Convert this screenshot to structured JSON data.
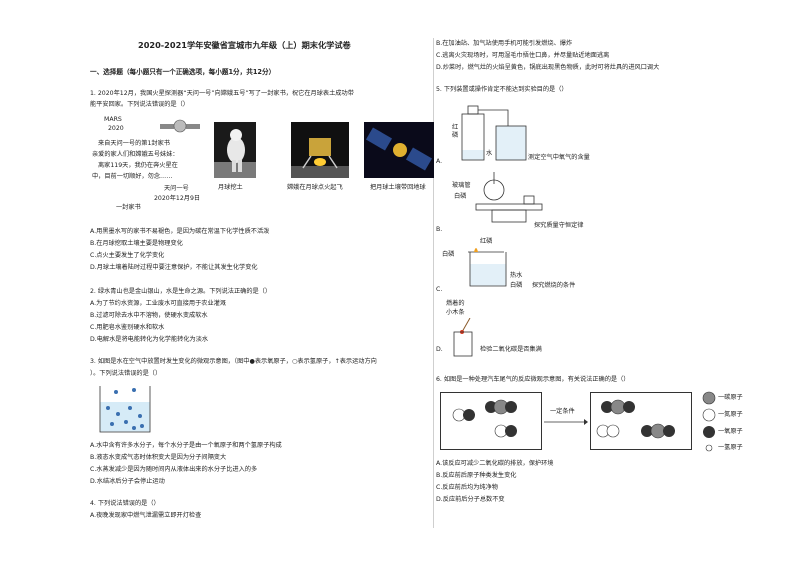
{
  "title": "2020-2021学年安徽省宣城市九年级（上）期末化学试卷",
  "section1": "一、选择题（每小题只有一个正确选项，每小题1分，共12分）",
  "q1": {
    "stem1": "1. 2020年12月，我国火星探测器“天问一号”向嫦娥五号”写了一封家书，祝它在月球表土成功带",
    "stem2": "能平安回家。下列说法错误的是（）",
    "letter": {
      "mars": "MARS",
      "year": "2020",
      "l1": "来自天问一号的第1封家书",
      "l2": "亲爱的家人们和嫦娥五号妹妹：",
      "l3": "离家119天，我仍在奔火星在",
      "l4": "中，目前一切顺好，勿念……",
      "sign1": "天问一号",
      "sign2": "2020年12月9日"
    },
    "letter_caption": "一封家书",
    "captions": [
      "月球挖土",
      "嫦娥在月球点火起飞",
      "把月球土壤带回地球"
    ],
    "options": [
      "A.用黑墨水写的家书不易褪色，是因为碳在常温下化学性质不活泼",
      "B.在月球挖取土壤主要是物理变化",
      "C.点火主要发生了化学变化",
      "D.月球土壤着陆时过程中要注意保护，不能让其发生化学变化"
    ]
  },
  "q2": {
    "stem": "2. 绿水青山也是金山银山，水是生命之源。下列说法正确的是（）",
    "options": [
      "A.为了节约水资源，工业废水可直接用于农业灌溉",
      "B.过滤可除去水中不溶物，使硬水变成软水",
      "C.用肥皂水鉴别硬水和软水",
      "D.电解水是将电能转化为化学能转化为淡水"
    ]
  },
  "q3": {
    "stem1": "3. 如图是水在空气中放置时发生变化的微观示意图，（图中●表示氧原子，○表示氢原子，↑表示运动方向",
    "stem2": "）。下列说法错误的是（）",
    "options": [
      "A.水中含有许多水分子，每个水分子是由一个氧原子和两个氢原子构成",
      "B.液态水变成气态时体积变大是因为分子间隔变大",
      "C.水蒸发减少是因为随时间内从液体出来的水分子比进入的多",
      "D.水结冰后分子会停止运动"
    ]
  },
  "q4": {
    "stem": "4. 下列说法错误的是（）",
    "options": [
      "A.夜晚发现家中燃气泄漏需立即开灯检查",
      "B.在加油站、加气站使用手机可能引发燃烧、爆炸",
      "C.逃离火灾现场时，可用湿毛巾捂住口鼻，并尽量贴近地面逃离",
      "D.炒菜时，燃气灶的火焰呈黄色，锅底出现黑色物质，此时可将灶具的进风口调大"
    ]
  },
  "q5": {
    "stem": "5. 下列装置或操作肯定不能达到实验目的是（）",
    "options": [
      "A.",
      "B.",
      "C.",
      "D."
    ],
    "labels": {
      "a_red": "红",
      "a_phos": "磷",
      "a_water": "水",
      "a_caption": "测定空气中氧气的含量",
      "b_glass": "玻璃管",
      "b_white": "白磷",
      "b_caption": "探究质量守恒定律",
      "c_red": "红磷",
      "c_white1": "白磷",
      "c_hot": "热水",
      "c_white2": "白磷",
      "c_caption": "探究燃烧的条件",
      "d_burn1": "燃着的",
      "d_burn2": "小木条",
      "d_caption": "检验二氧化碳是否集满"
    }
  },
  "q6": {
    "stem": "6. 如图是一种处理汽车尾气的反应微观示意图，有关说法正确的是（）",
    "condition": "一定条件",
    "legend": [
      "一碳原子",
      "一氮原子",
      "一氧原子",
      "一氢原子"
    ],
    "options": [
      "A.该反应可减少二氧化碳的排放，保护环境",
      "B.反应前后原子种类发生变化",
      "C.反应前后均为纯净物",
      "D.反应前后分子总数不变"
    ]
  }
}
